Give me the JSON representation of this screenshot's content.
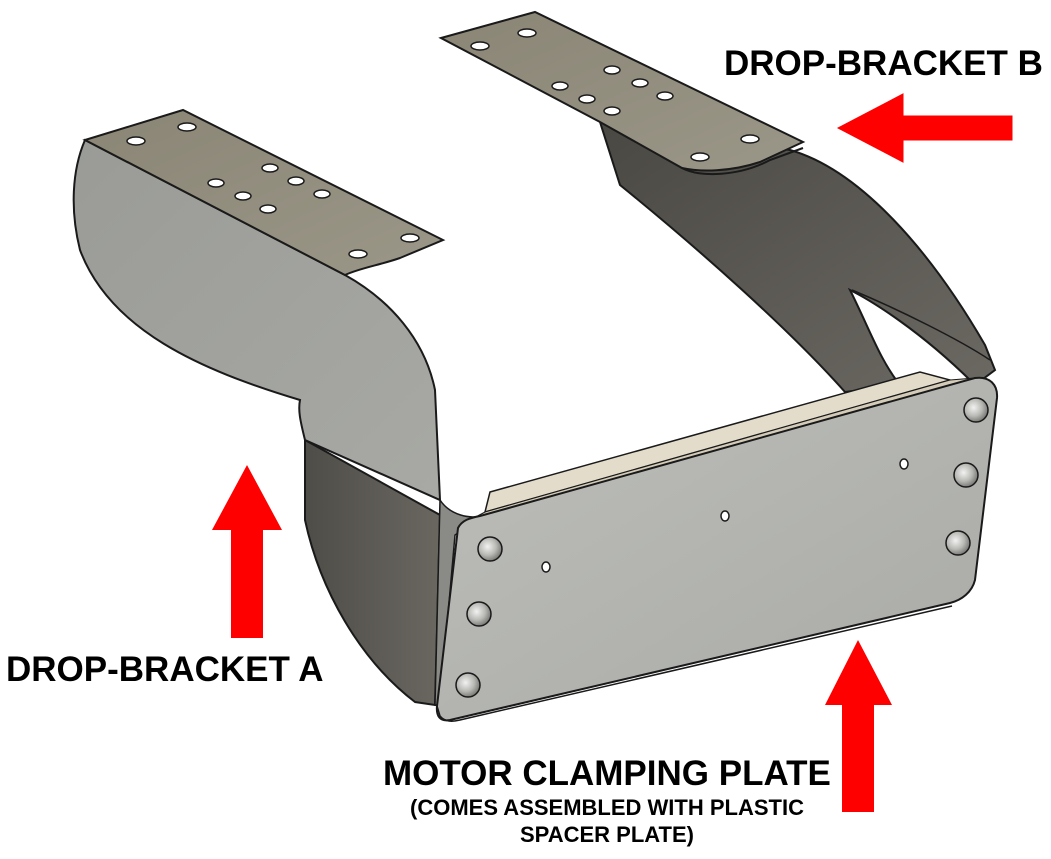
{
  "labels": {
    "bracket_b": "DROP-BRACKET B",
    "bracket_a": "DROP-BRACKET A",
    "plate": "MOTOR CLAMPING PLATE",
    "plate_note": "(COMES ASSEMBLED WITH PLASTIC SPACER PLATE)"
  },
  "colors": {
    "arrow": "#ff0000",
    "metal_light": "#a9aaa5",
    "metal_dark": "#5d5b55",
    "metal_flange": "#8f8a7c",
    "plate": "#b4b5b1",
    "spacer": "#dcd4c2",
    "outline": "#1a1a1a"
  },
  "icons": {
    "arrow_b": "arrow-left-icon",
    "arrow_a": "arrow-up-icon",
    "arrow_plate": "arrow-up-icon"
  }
}
